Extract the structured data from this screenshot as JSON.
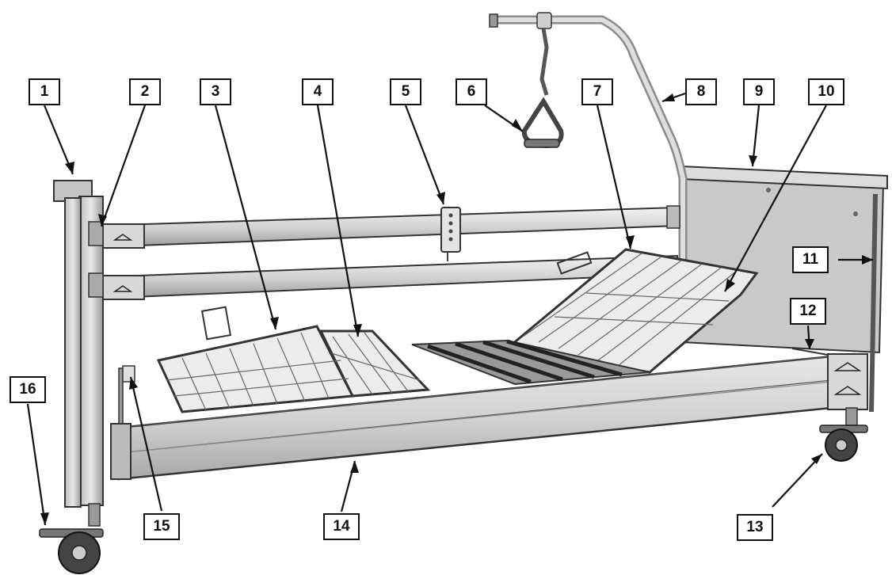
{
  "labels": [
    "1",
    "2",
    "3",
    "4",
    "5",
    "6",
    "7",
    "8",
    "9",
    "10",
    "11",
    "12",
    "13",
    "14",
    "15",
    "16"
  ],
  "colors": {
    "line": "#111111",
    "frame": "#d9d9d9",
    "board": "#c9c9c9",
    "dark": "#3a3a3a",
    "background": "#ffffff"
  }
}
